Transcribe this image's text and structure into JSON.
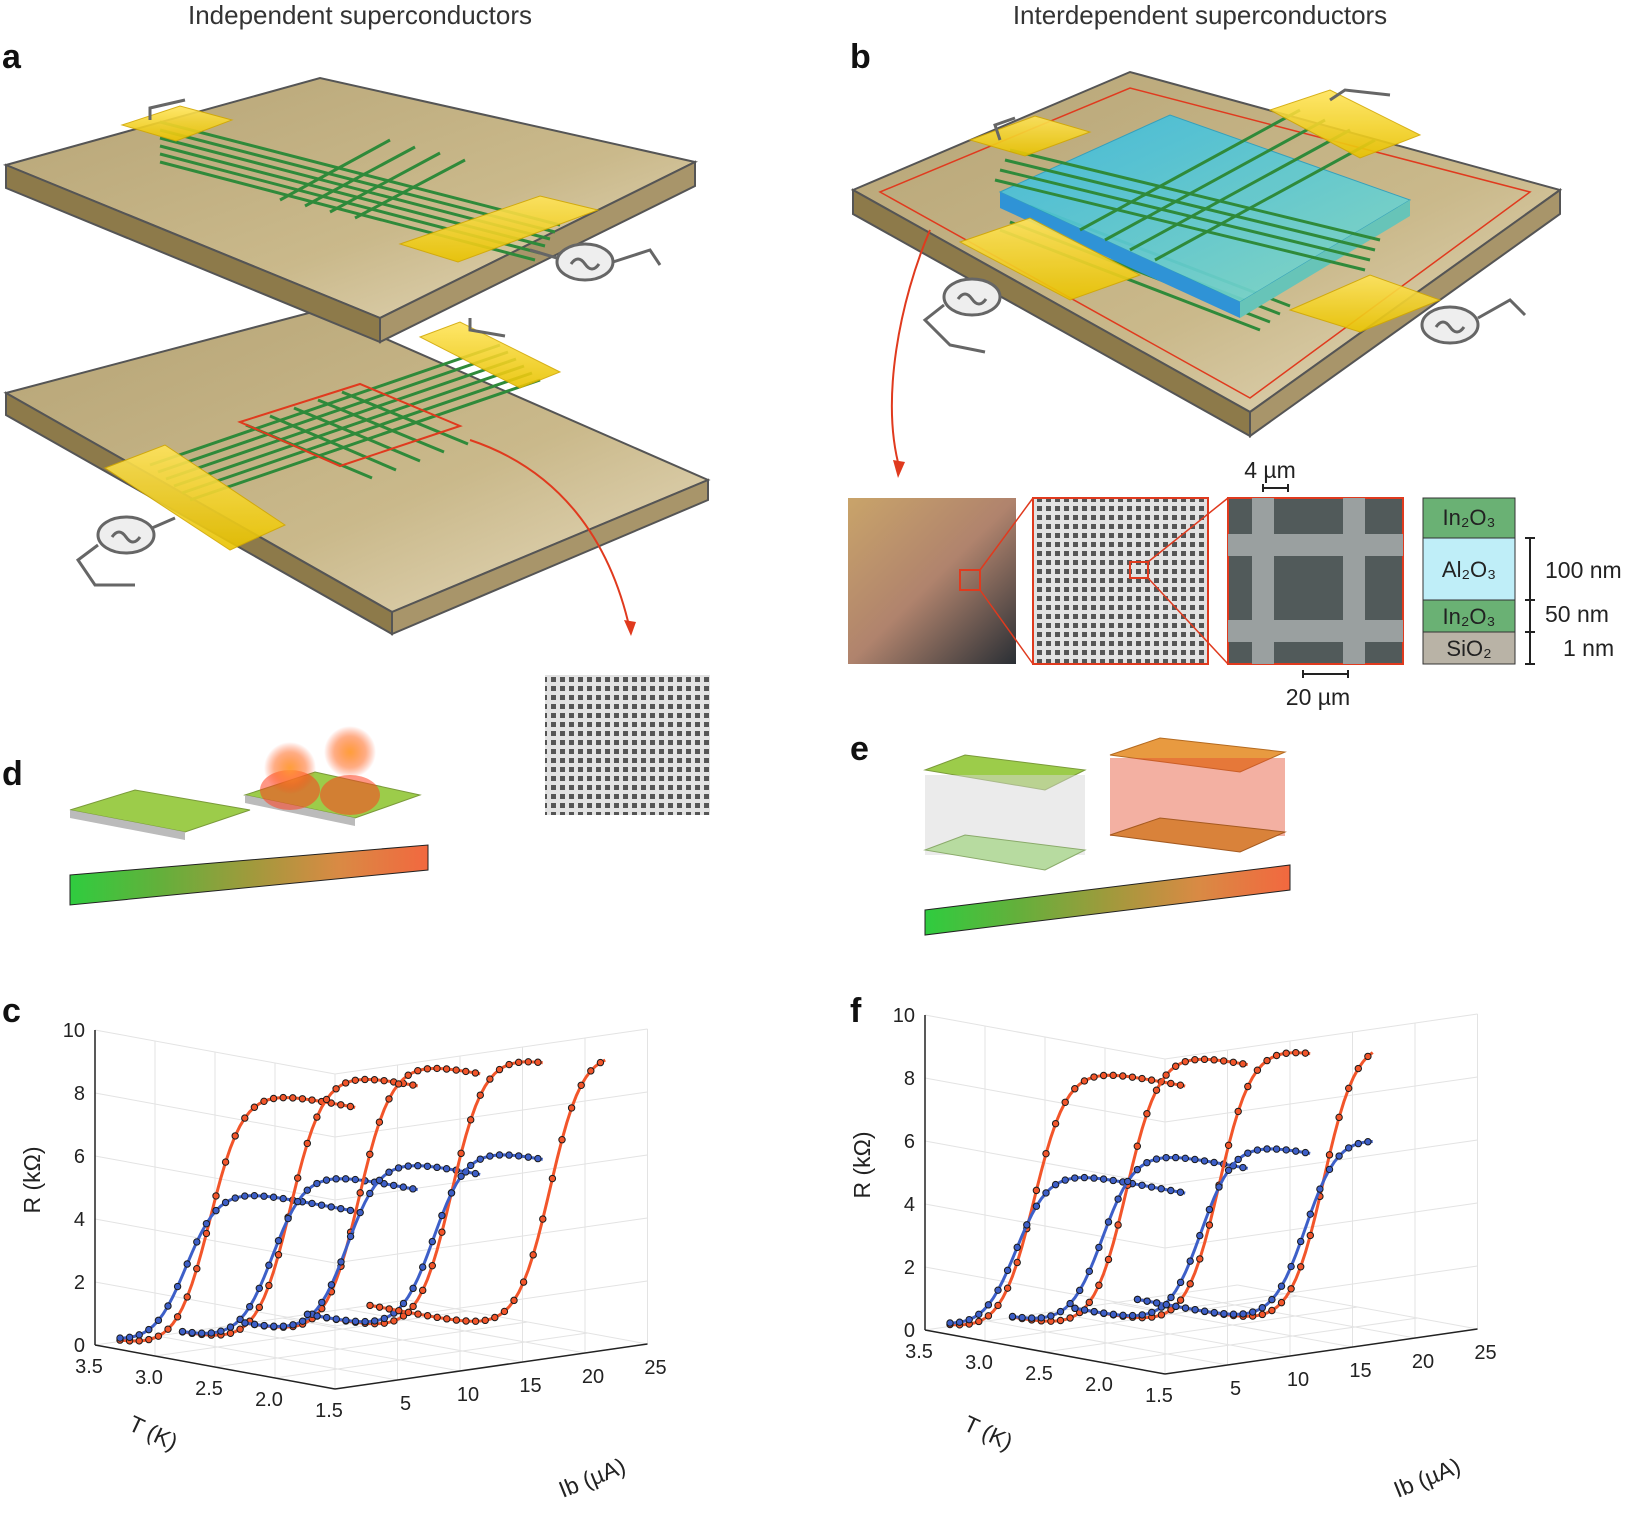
{
  "titles": {
    "left": "Independent superconductors",
    "right": "Interdependent superconductors"
  },
  "panels": {
    "a": "a",
    "b": "b",
    "c": "c",
    "d": "d",
    "e": "e",
    "f": "f"
  },
  "inset": {
    "scale_top": "4 µm",
    "scale_bottom": "20 µm",
    "layers": [
      "In₂O₃",
      "Al₂O₃",
      "In₂O₃",
      "SiO₂"
    ],
    "thickness": [
      "100 nm",
      "50 nm",
      "1 nm"
    ]
  },
  "colors": {
    "substrate": "#c2b07f",
    "pad": "#f4d11a",
    "wire": "#2f8a3a",
    "cap": "#5fc6cf",
    "red": "#e03a1e",
    "orange": "#f2552a",
    "blue": "#3d5fc8"
  },
  "chart_data": [
    {
      "panel": "c",
      "type": "line",
      "zlabel": "R (kΩ)",
      "ylabel": "T (K)",
      "xlabel": "Ib (µA)",
      "z_ticks": [
        "0",
        "2",
        "4",
        "6",
        "8",
        "10"
      ],
      "t_ticks": [
        "3.5",
        "3.0",
        "2.5",
        "2.0",
        "1.5"
      ],
      "i_ticks": [
        "5",
        "10",
        "15",
        "20",
        "25"
      ],
      "series": [
        {
          "color": "red",
          "ib": 2,
          "r_max": 8.8,
          "t_mid": 2.75
        },
        {
          "color": "blue",
          "ib": 2,
          "r_max": 5.5,
          "t_mid": 2.95
        },
        {
          "color": "red",
          "ib": 7,
          "r_max": 9.2,
          "t_mid": 2.6
        },
        {
          "color": "blue",
          "ib": 7,
          "r_max": 5.9,
          "t_mid": 2.75
        },
        {
          "color": "red",
          "ib": 12,
          "r_max": 9.3,
          "t_mid": 2.55
        },
        {
          "color": "blue",
          "ib": 12,
          "r_max": 6.1,
          "t_mid": 2.65
        },
        {
          "color": "red",
          "ib": 17,
          "r_max": 9.4,
          "t_mid": 2.3
        },
        {
          "color": "blue",
          "ib": 17,
          "r_max": 6.3,
          "t_mid": 2.45
        },
        {
          "color": "red",
          "ib": 22,
          "r_max": 9.5,
          "t_mid": 2.0
        }
      ]
    },
    {
      "panel": "f",
      "type": "line",
      "zlabel": "R (kΩ)",
      "ylabel": "T (K)",
      "xlabel": "Ib (µA)",
      "z_ticks": [
        "0",
        "2",
        "4",
        "6",
        "8",
        "10"
      ],
      "t_ticks": [
        "3.5",
        "3.0",
        "2.5",
        "2.0",
        "1.5"
      ],
      "i_ticks": [
        "5",
        "10",
        "15",
        "20",
        "25"
      ],
      "series": [
        {
          "color": "red",
          "ib": 2,
          "r_max": 9.0,
          "t_mid": 2.8
        },
        {
          "color": "blue",
          "ib": 2,
          "r_max": 5.6,
          "t_mid": 2.95
        },
        {
          "color": "red",
          "ib": 7,
          "r_max": 9.4,
          "t_mid": 2.55
        },
        {
          "color": "blue",
          "ib": 7,
          "r_max": 6.1,
          "t_mid": 2.75
        },
        {
          "color": "red",
          "ib": 12,
          "r_max": 9.5,
          "t_mid": 2.3
        },
        {
          "color": "blue",
          "ib": 12,
          "r_max": 6.3,
          "t_mid": 2.45
        },
        {
          "color": "red",
          "ib": 17,
          "r_max": 9.7,
          "t_mid": 1.95
        },
        {
          "color": "blue",
          "ib": 17,
          "r_max": 6.5,
          "t_mid": 2.1
        }
      ]
    }
  ]
}
